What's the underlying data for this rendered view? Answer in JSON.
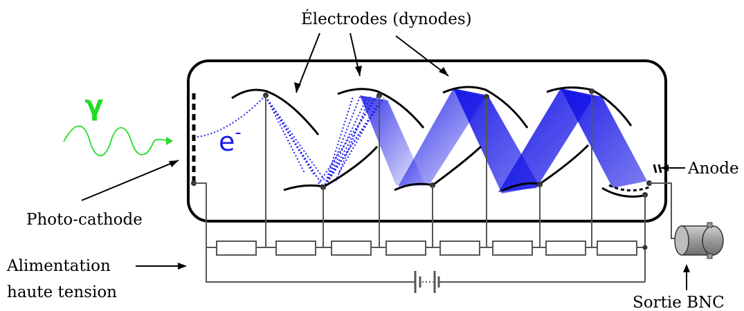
{
  "labels": {
    "electrodes": "Électrodes (dynodes)",
    "anode": "Anode",
    "photocathode": "Photo-cathode",
    "supply_line1": "Alimentation",
    "supply_line2": "haute tension",
    "output": "Sortie BNC",
    "electron": "e",
    "electron_sup": "-",
    "gamma": "γ"
  },
  "colors": {
    "ink": "#000000",
    "circuit": "#555555",
    "electron": "#1a1aee",
    "beam": "#1414e6",
    "photon": "#22dd22",
    "connector": "#a0a0a0"
  },
  "counts": {
    "dynodes": 8,
    "resistors": 8
  }
}
